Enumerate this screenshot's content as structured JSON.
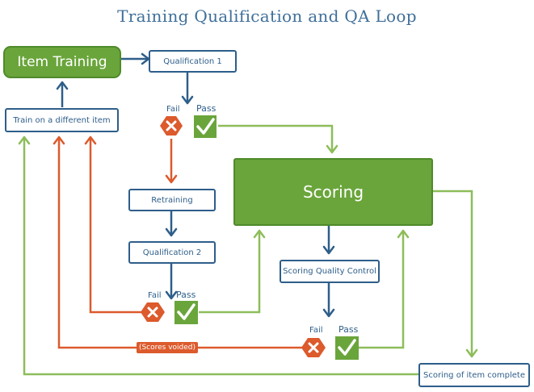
{
  "title": "Training Qualification and QA Loop",
  "nodes": {
    "item_training": "Item Training",
    "qualification_1": "Qualification 1",
    "train_different_item": "Train on a different item",
    "retraining": "Retraining",
    "qualification_2": "Qualification 2",
    "scoring": "Scoring",
    "scoring_quality_control": "Scoring Quality Control",
    "scoring_complete": "Scoring of item complete"
  },
  "labels": {
    "fail": "Fail",
    "pass": "Pass",
    "scores_voided": "(Scores voided)"
  },
  "icons": {
    "fail": "x-hexagon-icon",
    "pass": "checkmark-icon"
  },
  "colors": {
    "blue": "#2e5e8a",
    "green": "#6aa53b",
    "orange": "#dc5a2c",
    "light_green": "#8dbd5a"
  }
}
